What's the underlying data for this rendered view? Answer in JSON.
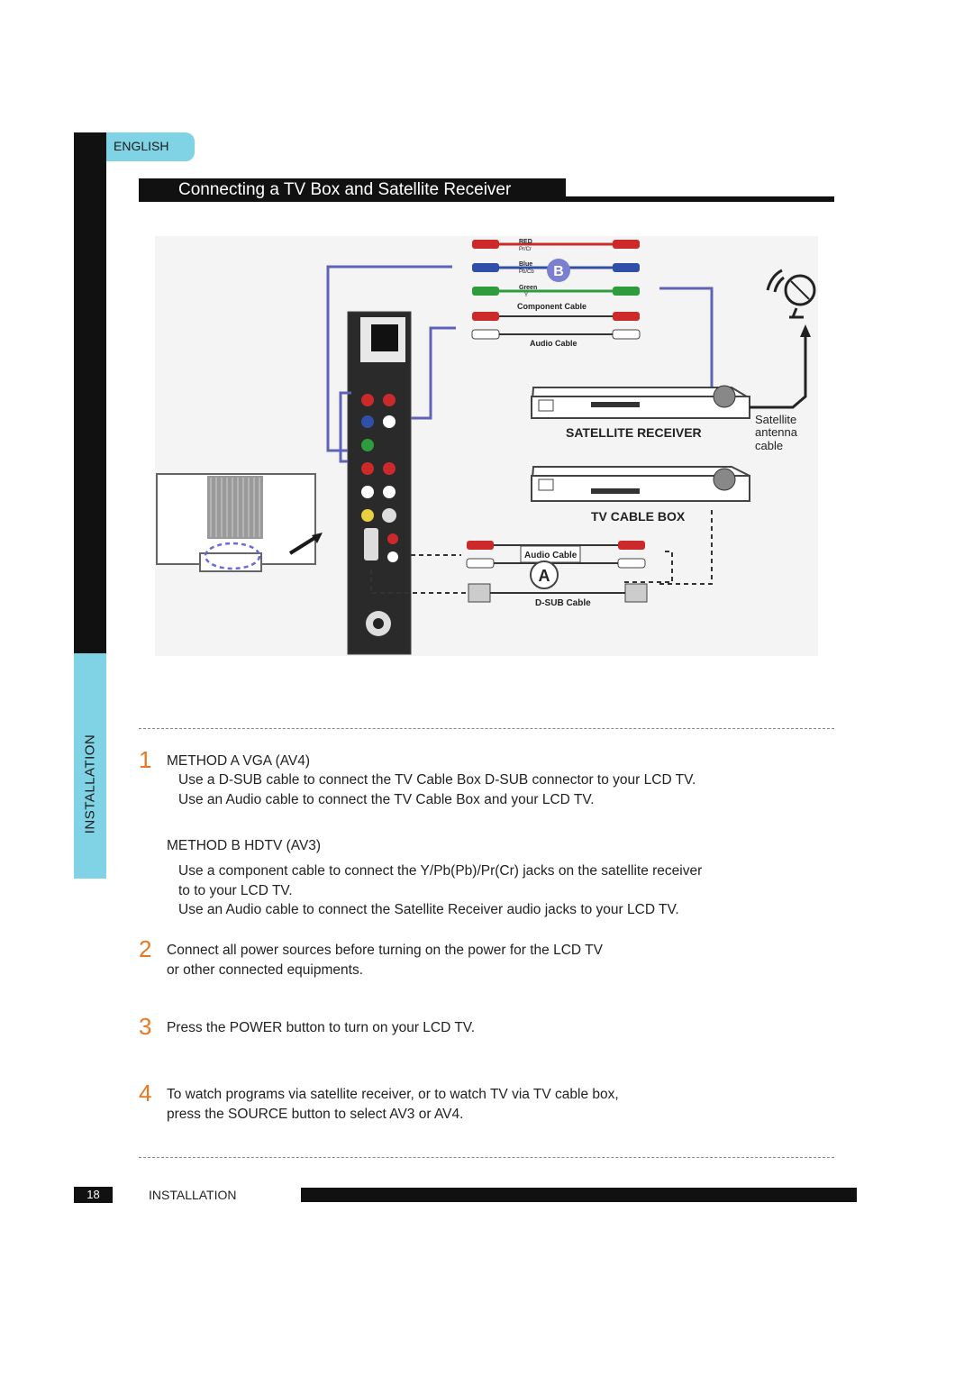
{
  "header": {
    "language_tab": "ENGLISH",
    "section_side_label": "INSTALLATION",
    "title": "Connecting a TV Box and Satellite Receiver"
  },
  "diagram": {
    "labels": {
      "red": "RED",
      "prpr": "Pr/Cr",
      "blue": "Blue",
      "pbcb": "Pb/Cb",
      "green": "Green",
      "y": "Y",
      "component_cable": "Component Cable",
      "audio_cable_top": "Audio Cable",
      "marker_b": "B",
      "satellite_receiver": "SATELLITE RECEIVER",
      "satellite_antenna_1": "Satellite",
      "satellite_antenna_2": "antenna",
      "satellite_antenna_3": "cable",
      "tv_cable_box": "TV CABLE BOX",
      "audio_cable_bottom": "Audio Cable",
      "marker_a": "A",
      "dsub_cable": "D-SUB Cable"
    },
    "colors": {
      "cable_line": "#5f63b8",
      "red_plug": "#cc2a2a",
      "blue_plug": "#2f4fa8",
      "green_plug": "#2e9b3c",
      "marker": "#7b7fd0"
    }
  },
  "steps": [
    {
      "number": "1",
      "heading": "METHOD A VGA (AV4)",
      "lines": [
        "Use a D-SUB cable to connect the TV Cable Box D-SUB connector to your LCD TV.",
        "Use an Audio cable to connect the TV Cable Box  and your LCD TV."
      ],
      "sub_heading": "METHOD B HDTV (AV3)",
      "sub_lines": [
        "Use a component cable to connect the Y/Pb(Pb)/Pr(Cr) jacks on the satellite receiver",
        "to to your LCD TV.",
        "Use an Audio cable to connect the Satellite Receiver audio jacks to your LCD TV."
      ]
    },
    {
      "number": "2",
      "lines": [
        "Connect all power sources before turning on the power for the LCD TV",
        "or other connected equipments."
      ]
    },
    {
      "number": "3",
      "lines": [
        "Press the POWER button to turn on your LCD TV."
      ]
    },
    {
      "number": "4",
      "lines": [
        "To watch programs via satellite receiver, or to watch TV via TV cable  box,",
        "press the SOURCE button to select AV3 or AV4."
      ]
    }
  ],
  "footer": {
    "page_number": "18",
    "section": "INSTALLATION"
  }
}
